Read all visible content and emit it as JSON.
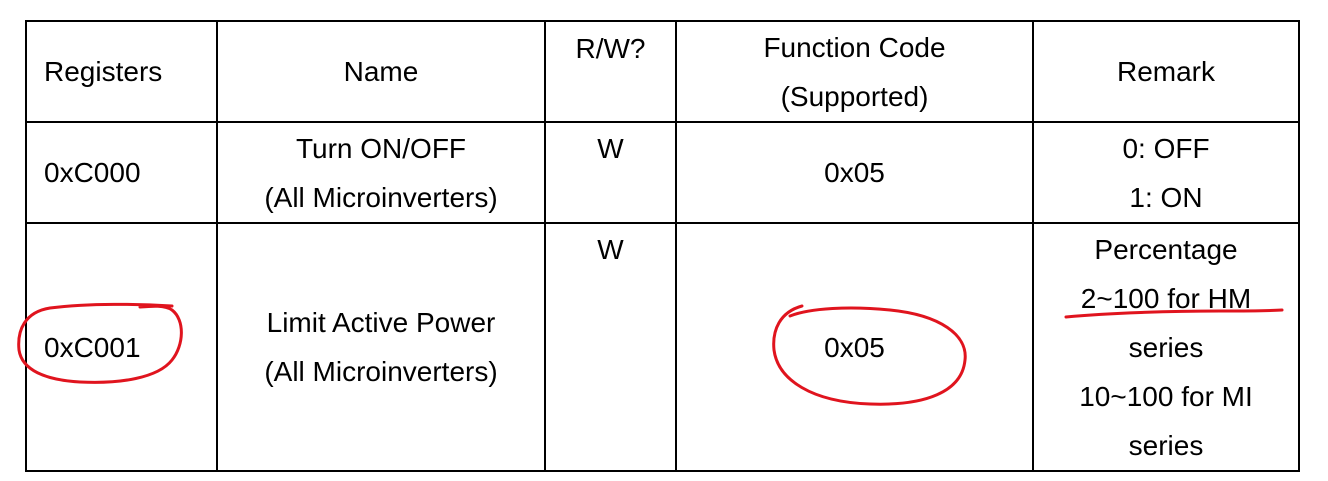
{
  "table": {
    "headers": {
      "registers": "Registers",
      "name": "Name",
      "rw": "R/W?",
      "function_code_line1": "Function Code",
      "function_code_line2": "(Supported)",
      "remark": "Remark"
    },
    "rows": [
      {
        "register": "0xC000",
        "name_line1": "Turn ON/OFF",
        "name_line2": "(All Microinverters)",
        "rw": "W",
        "function_code": "0x05",
        "remark_lines": [
          "0: OFF",
          "1: ON"
        ]
      },
      {
        "register": "0xC001",
        "name_line1": "Limit Active Power",
        "name_line2": "(All Microinverters)",
        "rw": "W",
        "function_code": "0x05",
        "remark_lines": [
          "Percentage",
          "2~100 for HM",
          "series",
          "10~100 for MI",
          "series"
        ]
      }
    ]
  },
  "annotations": {
    "color": "#e0141e",
    "marks": [
      "circle-register-0xC001",
      "circle-function-code-0x05",
      "underline-2~100-for-HM"
    ]
  }
}
